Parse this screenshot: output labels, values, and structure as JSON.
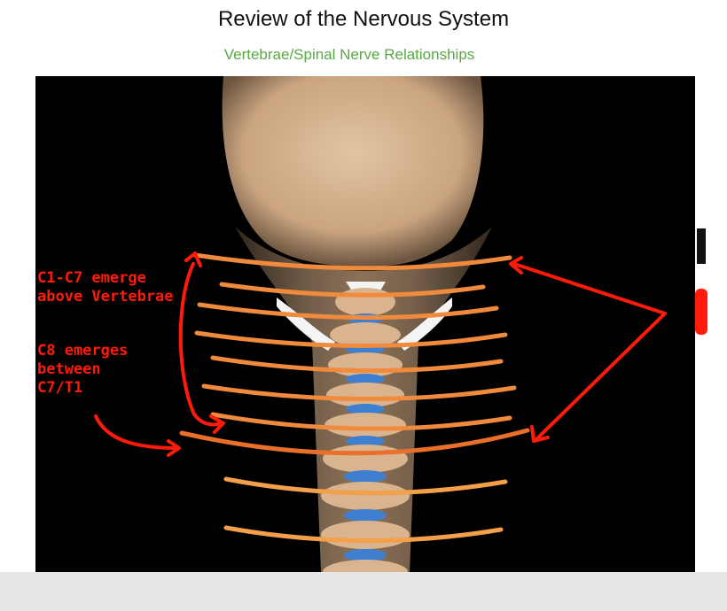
{
  "slide": {
    "title": "Review of the Nervous System",
    "subtitle": "Vertebrae/Spinal Nerve Relationships"
  },
  "annotations": {
    "c1_c7": "C1-C7 emerge\nabove Vertebrae",
    "c8": "C8 emerges\nbetween\nC7/T1"
  },
  "colors": {
    "title": "#111111",
    "subtitle": "#5aa845",
    "annotation_red": "#ff1a0a",
    "nerve_orange": "#f08a3c",
    "disc_blue": "#3f7fd0",
    "bone_tan": "#d9b48f",
    "background": "#000000"
  }
}
